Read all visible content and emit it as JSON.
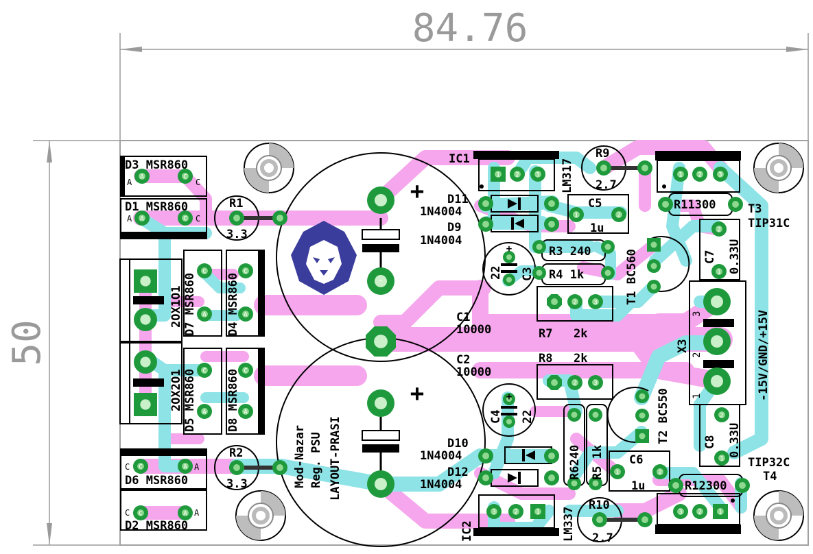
{
  "dimensions": {
    "width_label": "84.76",
    "height_label": "50"
  },
  "colors": {
    "top_copper": "#f5a6ec",
    "bottom_copper": "#8ee3e6",
    "pad": "#1e9a3c",
    "silkscreen": "#000000",
    "dimension": "#9a9a9a",
    "logo": "#3b3d9c"
  },
  "logo": {
    "icon": "lion-head-icon"
  },
  "rectifier_diodes": [
    {
      "ref": "D3",
      "value": "MSR860",
      "pin_a": "A",
      "pin_c": "C"
    },
    {
      "ref": "D1",
      "value": "MSR860",
      "pin_a": "A",
      "pin_c": "C"
    },
    {
      "ref": "D7",
      "value": "MSR860",
      "pin_a": "A",
      "pin_c": "C"
    },
    {
      "ref": "D4",
      "value": "MSR860",
      "pin_a": "A",
      "pin_c": "C"
    },
    {
      "ref": "D5",
      "value": "MSR860",
      "pin_a": "A",
      "pin_c": "C"
    },
    {
      "ref": "D8",
      "value": "MSR860",
      "pin_a": "A",
      "pin_c": "C"
    },
    {
      "ref": "D6",
      "value": "MSR860",
      "pin_a": "A",
      "pin_c": "C"
    },
    {
      "ref": "D2",
      "value": "MSR860",
      "pin_a": "A",
      "pin_c": "C"
    }
  ],
  "connectors": [
    {
      "ref": "X1",
      "prefix": "2",
      "suffix": "1"
    },
    {
      "ref": "X2",
      "prefix": "2",
      "suffix": "1"
    },
    {
      "ref": "X3",
      "label": "-15V/GND/+15V",
      "pins": [
        "3",
        "2",
        "1"
      ]
    }
  ],
  "resistors": [
    {
      "ref": "R1",
      "value": "3.3"
    },
    {
      "ref": "R2",
      "value": "3.3"
    },
    {
      "ref": "R3",
      "value": "240"
    },
    {
      "ref": "R4",
      "value": "1k"
    },
    {
      "ref": "R5",
      "value": "1k"
    },
    {
      "ref": "R6",
      "value": "240"
    },
    {
      "ref": "R7",
      "value": "2k"
    },
    {
      "ref": "R8",
      "value": "2k"
    },
    {
      "ref": "R9",
      "value": "2.7"
    },
    {
      "ref": "R10",
      "value": "2.7"
    },
    {
      "ref": "R11",
      "value": "300"
    },
    {
      "ref": "R12",
      "value": "300"
    }
  ],
  "capacitors": [
    {
      "ref": "C1",
      "value": "10000"
    },
    {
      "ref": "C2",
      "value": "10000"
    },
    {
      "ref": "C3",
      "value": "22"
    },
    {
      "ref": "C4",
      "value": "22"
    },
    {
      "ref": "C5",
      "value": "1u"
    },
    {
      "ref": "C6",
      "value": "1u"
    },
    {
      "ref": "C7",
      "value": "0.33U"
    },
    {
      "ref": "C8",
      "value": "0.33U"
    }
  ],
  "diodes": [
    {
      "ref": "D11",
      "value": "1N4004"
    },
    {
      "ref": "D9",
      "value": "1N4004"
    },
    {
      "ref": "D10",
      "value": "1N4004"
    },
    {
      "ref": "D12",
      "value": "1N4004"
    }
  ],
  "ics": [
    {
      "ref": "IC1",
      "value": "LM317"
    },
    {
      "ref": "IC2",
      "value": "LM337"
    }
  ],
  "transistors": [
    {
      "ref": "T1",
      "value": "BC560"
    },
    {
      "ref": "T2",
      "value": "BC550"
    },
    {
      "ref": "T3",
      "value": "TIP31C"
    },
    {
      "ref": "T4",
      "value": "TIP32C"
    }
  ],
  "pin_numbers": [
    "1",
    "2",
    "3"
  ],
  "polarity": {
    "plus": "+",
    "minus": "-"
  },
  "board_text": [
    "Mod-Nazar",
    "Reg. PSU",
    "LAYOUT-PRASI"
  ]
}
